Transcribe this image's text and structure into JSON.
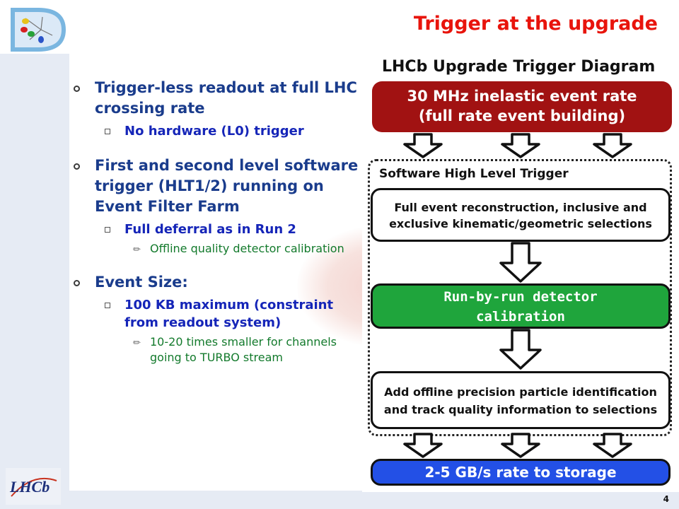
{
  "slide": {
    "title": "Trigger at the upgrade",
    "page_number": "4",
    "logo_text": "LHCb"
  },
  "bullets": [
    {
      "text": "Trigger-less readout at full LHC crossing rate",
      "sub": [
        {
          "text": "No hardware (L0) trigger",
          "sub": []
        }
      ]
    },
    {
      "text": "First and second level software trigger (HLT1/2) running on Event Filter Farm",
      "sub": [
        {
          "text": "Full deferral as in Run 2",
          "sub": [
            "Offline quality detector calibration"
          ]
        }
      ]
    },
    {
      "text": "Event Size:",
      "sub": [
        {
          "text": "100 KB maximum (constraint from readout system)",
          "sub": [
            "10-20 times smaller for channels going to TURBO stream"
          ]
        }
      ]
    }
  ],
  "diagram": {
    "title": "LHCb Upgrade Trigger Diagram",
    "event_rate_line1": "30 MHz inelastic event rate",
    "event_rate_line2": "(full rate event building)",
    "hlt_label": "Software High Level Trigger",
    "reco_line1": "Full event reconstruction, inclusive and",
    "reco_line2": "exclusive kinematic/geometric selections",
    "calib_line1": "Run-by-run detector",
    "calib_line2": "calibration",
    "pid_line1": "Add offline precision particle identification",
    "pid_line2": "and track quality information to selections",
    "storage": "2-5 GB/s rate to storage",
    "colors": {
      "event_rate": "#a11212",
      "calibration": "#1fa53c",
      "storage": "#2350e6",
      "title": "#e8140c"
    }
  }
}
